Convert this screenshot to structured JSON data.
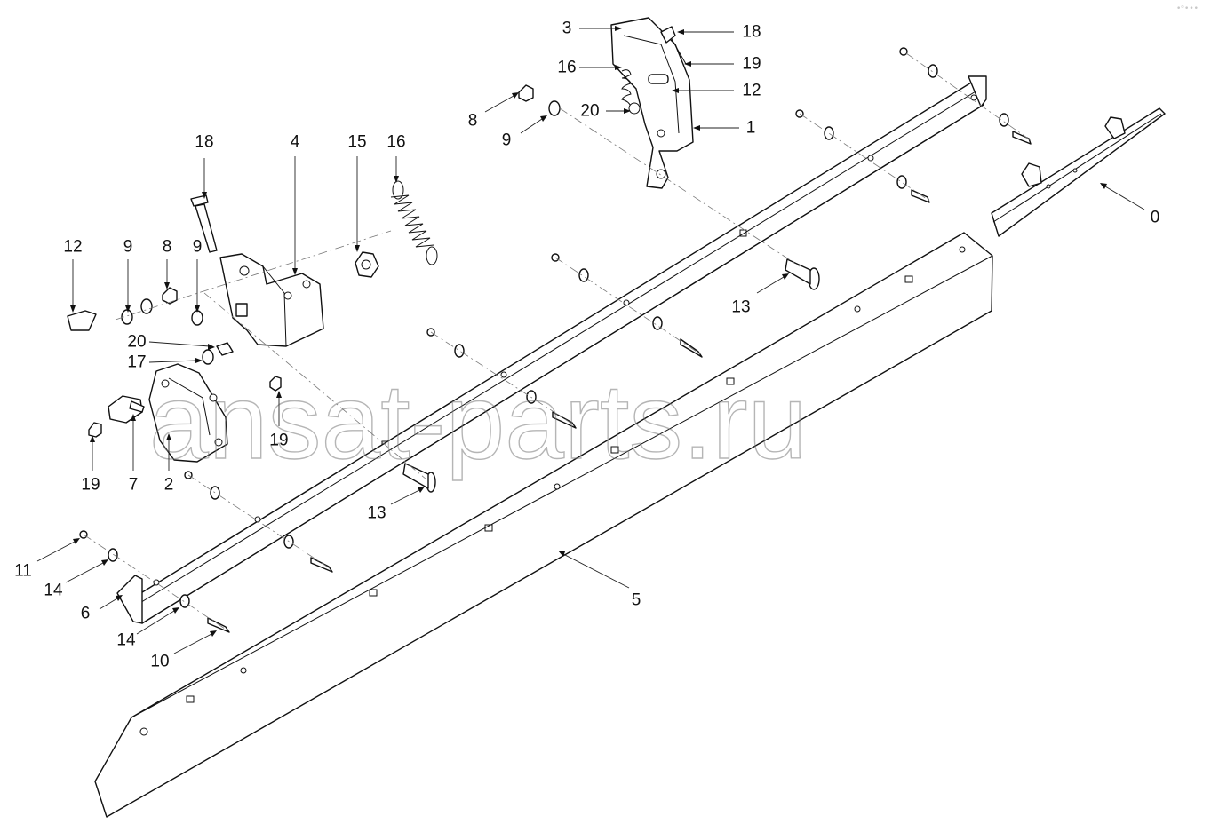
{
  "watermark": "ansat-parts.ru",
  "corner_mark": "•ᵒ•••",
  "callouts": [
    {
      "id": "c-3",
      "label": "3"
    },
    {
      "id": "c-18a",
      "label": "18"
    },
    {
      "id": "c-16a",
      "label": "16"
    },
    {
      "id": "c-19a",
      "label": "19"
    },
    {
      "id": "c-12a",
      "label": "12"
    },
    {
      "id": "c-20a",
      "label": "20"
    },
    {
      "id": "c-1",
      "label": "1"
    },
    {
      "id": "c-8a",
      "label": "8"
    },
    {
      "id": "c-9a",
      "label": "9"
    },
    {
      "id": "c-0",
      "label": "0"
    },
    {
      "id": "c-18b",
      "label": "18"
    },
    {
      "id": "c-4",
      "label": "4"
    },
    {
      "id": "c-15",
      "label": "15"
    },
    {
      "id": "c-16b",
      "label": "16"
    },
    {
      "id": "c-12b",
      "label": "12"
    },
    {
      "id": "c-9b",
      "label": "9"
    },
    {
      "id": "c-8b",
      "label": "8"
    },
    {
      "id": "c-9c",
      "label": "9"
    },
    {
      "id": "c-13a",
      "label": "13"
    },
    {
      "id": "c-20b",
      "label": "20"
    },
    {
      "id": "c-17",
      "label": "17"
    },
    {
      "id": "c-19b",
      "label": "19"
    },
    {
      "id": "c-19c",
      "label": "19"
    },
    {
      "id": "c-7",
      "label": "7"
    },
    {
      "id": "c-2",
      "label": "2"
    },
    {
      "id": "c-13b",
      "label": "13"
    },
    {
      "id": "c-5",
      "label": "5"
    },
    {
      "id": "c-11",
      "label": "11"
    },
    {
      "id": "c-14a",
      "label": "14"
    },
    {
      "id": "c-6",
      "label": "6"
    },
    {
      "id": "c-14b",
      "label": "14"
    },
    {
      "id": "c-10",
      "label": "10"
    }
  ]
}
